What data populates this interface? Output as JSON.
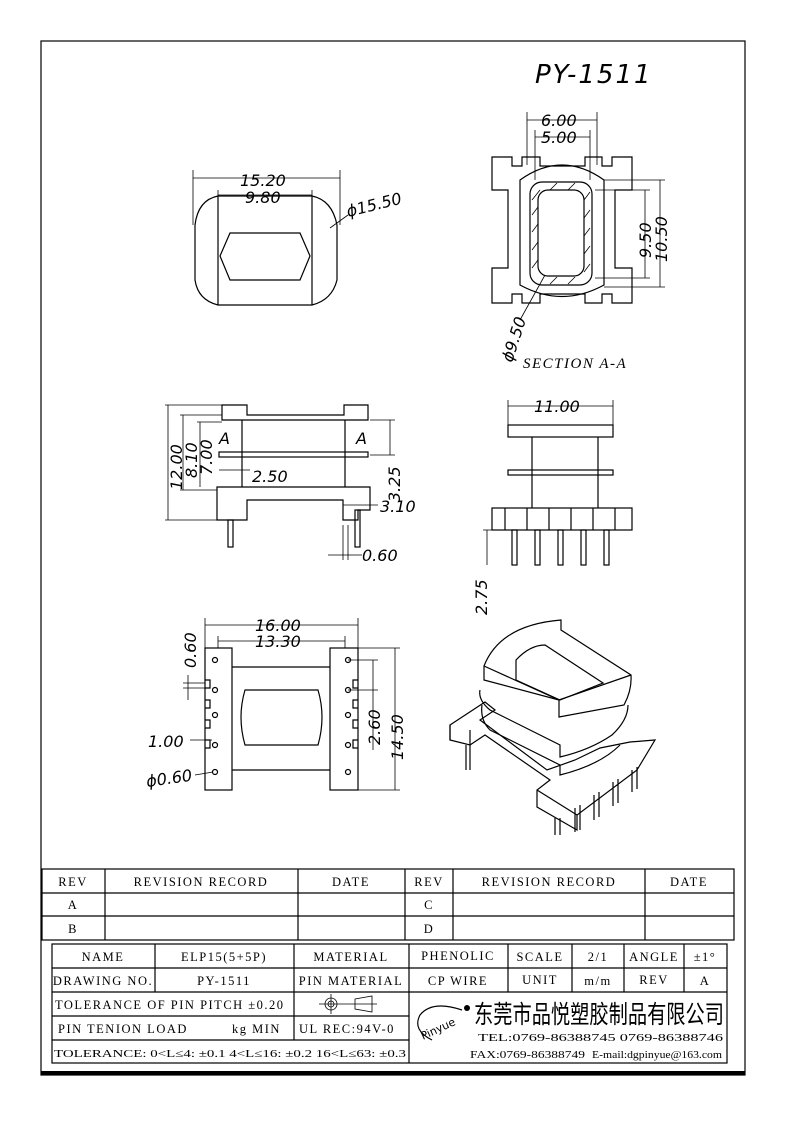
{
  "drawing_title": "PY-1511",
  "views": {
    "top_view": {
      "dim_width_outer": "15.20",
      "dim_width_window": "9.80",
      "dim_diameter": "ϕ15.50"
    },
    "section_view": {
      "dim_top_outer": "6.00",
      "dim_top_inner": "5.00",
      "dim_inner_height": "9.50",
      "dim_outer_height": "10.50",
      "dim_diameter": "ϕ9.50",
      "label": "SECTION A-A"
    },
    "side_view": {
      "dim_12": "12.00",
      "dim_8": "8.10",
      "dim_7": "7.00",
      "dim_250": "2.50",
      "dim_325": "3.25",
      "dim_310": "3.10",
      "dim_060": "0.60",
      "section_mark": "A"
    },
    "front_view": {
      "dim_width": "11.00",
      "dim_pin": "2.75"
    },
    "bottom_view": {
      "dim_outer": "16.00",
      "dim_inner": "13.30",
      "dim_slot": "0.60",
      "dim_pitch": "1.00",
      "dim_pin_dia": "ϕ0.60",
      "dim_260": "2.60",
      "dim_1450": "14.50"
    }
  },
  "revision_table": {
    "headers": [
      "REV",
      "REVISION RECORD",
      "DATE",
      "REV",
      "REVISION RECORD",
      "DATE"
    ],
    "rows": [
      [
        "A",
        "",
        "",
        "C",
        "",
        ""
      ],
      [
        "B",
        "",
        "",
        "D",
        "",
        ""
      ]
    ]
  },
  "title_block": {
    "name_label": "NAME",
    "name_value": "ELP15(5+5P)",
    "material_label": "MATERIAL",
    "material_value": "PHENOLIC",
    "scale_label": "SCALE",
    "scale_value": "2/1",
    "angle_label": "ANGLE",
    "angle_value": "±1°",
    "drawing_no_label": "DRAWING NO.",
    "drawing_no_value": "PY-1511",
    "pin_material_label": "PIN MATERIAL",
    "pin_material_value": "CP WIRE",
    "unit_label": "UNIT",
    "unit_value": "m/m",
    "rev_label": "REV",
    "rev_value": "A",
    "pin_pitch_tolerance": "TOLERANCE OF PIN PITCH ±0.20",
    "pin_tension_label": "PIN TENION LOAD",
    "pin_tension_unit": "kg MIN",
    "ul_rec": "UL REC:94V-0",
    "tolerance": "TOLERANCE: 0<L≤4: ±0.1   4<L≤16: ±0.2   16<L≤63: ±0.3",
    "logo_text": "Pinyue",
    "company_name": "东莞市品悦塑胶制品有限公司",
    "tel": "TEL:0769-86388745     0769-86388746",
    "fax": "FAX:0769-86388749",
    "email": "E-mail:dgpinyue@163.com"
  }
}
